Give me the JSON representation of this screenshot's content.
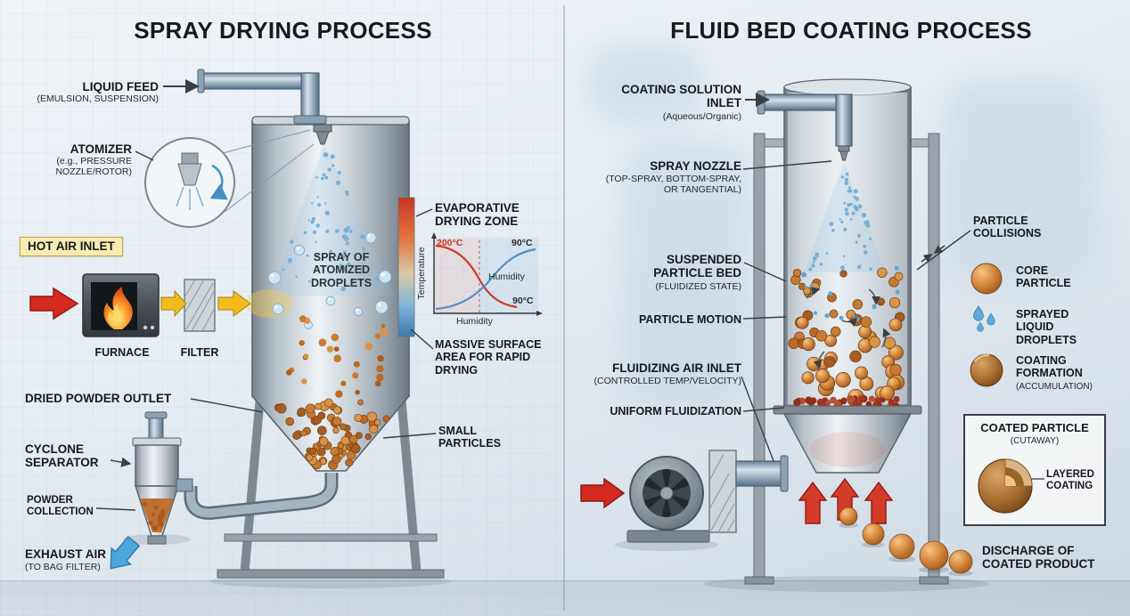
{
  "left": {
    "title": "SPRAY DRYING PROCESS",
    "liquid_feed": {
      "label": "LIQUID FEED",
      "sub": "(EMULSION, SUSPENSION)"
    },
    "atomizer": {
      "label": "ATOMIZER",
      "sub": "(e.g., PRESSURE NOZZLE/ROTOR)"
    },
    "hot_air_inlet": {
      "label": "HOT AIR INLET"
    },
    "furnace": {
      "label": "FURNACE"
    },
    "filter": {
      "label": "FILTER"
    },
    "spray": {
      "label": "SPRAY OF ATOMIZED DROPLETS"
    },
    "evaporative_zone": {
      "label": "EVAPORATIVE DRYING ZONE"
    },
    "inset_chart": {
      "temp_start": "200°C",
      "temp_top_right": "90°C",
      "temp_bottom_right": "90°C",
      "y_axis": "Temperature",
      "x_axis": "Humidity",
      "curve_label": "Humidity"
    },
    "massive_surface": {
      "label": "MASSIVE SURFACE AREA FOR RAPID DRYING"
    },
    "dried_powder_outlet": {
      "label": "DRIED POWDER OUTLET"
    },
    "cyclone_separator": {
      "label": "CYCLONE SEPARATOR"
    },
    "powder_collection": {
      "label": "POWDER COLLECTION"
    },
    "exhaust_air": {
      "label": "EXHAUST AIR",
      "sub": "(TO BAG FILTER)"
    },
    "small_particles": {
      "label": "SMALL PARTICLES"
    }
  },
  "right": {
    "title": "FLUID BED COATING PROCESS",
    "coating_inlet": {
      "label": "COATING SOLUTION INLET",
      "sub": "(Aqueous/Organic)"
    },
    "spray_nozzle": {
      "label": "SPRAY NOZZLE",
      "sub": "(TOP-SPRAY, BOTTOM-SPRAY, OR TANGENTIAL)"
    },
    "suspended_bed": {
      "label": "SUSPENDED PARTICLE BED",
      "sub": "(FLUIDIZED STATE)"
    },
    "particle_motion": {
      "label": "PARTICLE MOTION"
    },
    "fluidizing_air": {
      "label": "FLUIDIZING AIR INLET",
      "sub": "(CONTROLLED TEMP/VELOCITY)"
    },
    "uniform_fluidization": {
      "label": "UNIFORM FLUIDIZATION"
    },
    "legend": {
      "particle_collisions": "PARTICLE COLLISIONS",
      "core_particle": "CORE PARTICLE",
      "sprayed_droplets": "SPRAYED LIQUID DROPLETS",
      "coating_formation": "COATING FORMATION",
      "coating_formation_sub": "(ACCUMULATION)"
    },
    "coated_particle": {
      "label": "COATED PARTICLE",
      "sub": "(CUTAWAY)",
      "layer": "LAYERED COATING"
    },
    "discharge": {
      "label": "DISCHARGE OF COATED PRODUCT"
    }
  },
  "colors": {
    "hot_red": "#d42b1f",
    "air_yellow": "#f2bd1c",
    "cool_blue": "#4aa8dc",
    "particle_orange": "#c87a33",
    "steel": "#9aa7b2",
    "highlight_bg": "#f7ecb5"
  }
}
